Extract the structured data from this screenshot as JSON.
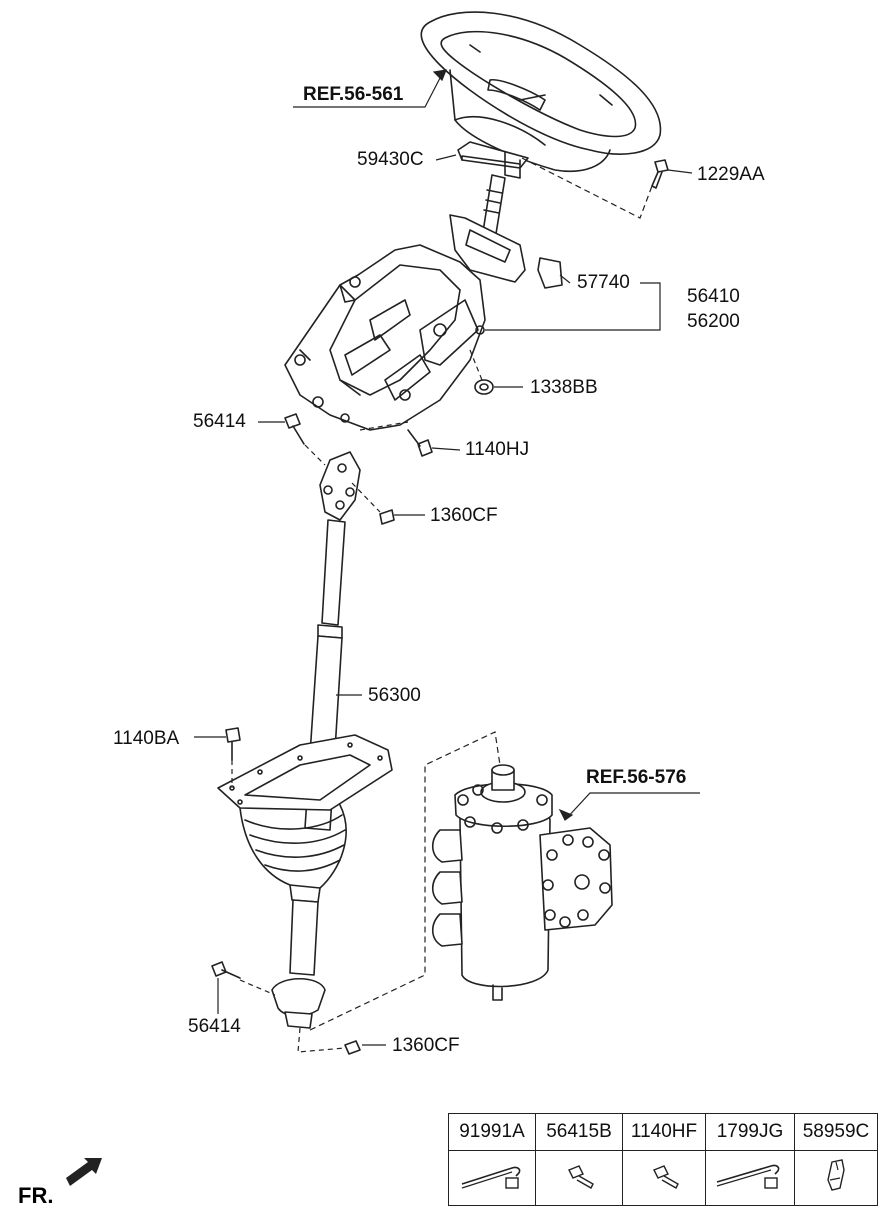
{
  "refs": {
    "top": "REF.56-561",
    "gear": "REF.56-576"
  },
  "labels": {
    "l59430c": "59430C",
    "l1229aa": "1229AA",
    "l57740": "57740",
    "l56410": "56410",
    "l56200": "56200",
    "l1338bb": "1338BB",
    "l56414_top": "56414",
    "l1140hj": "1140HJ",
    "l1360cf_top": "1360CF",
    "l56300": "56300",
    "l1140ba": "1140BA",
    "l56414_bottom": "56414",
    "l1360cf_bottom": "1360CF"
  },
  "parts_table": [
    {
      "code": "91991A",
      "icon": "cable-tie-icon"
    },
    {
      "code": "56415B",
      "icon": "bolt-icon"
    },
    {
      "code": "1140HF",
      "icon": "bolt-icon"
    },
    {
      "code": "1799JG",
      "icon": "cable-tie-icon"
    },
    {
      "code": "58959C",
      "icon": "clip-icon"
    }
  ],
  "direction": {
    "label": "FR."
  }
}
